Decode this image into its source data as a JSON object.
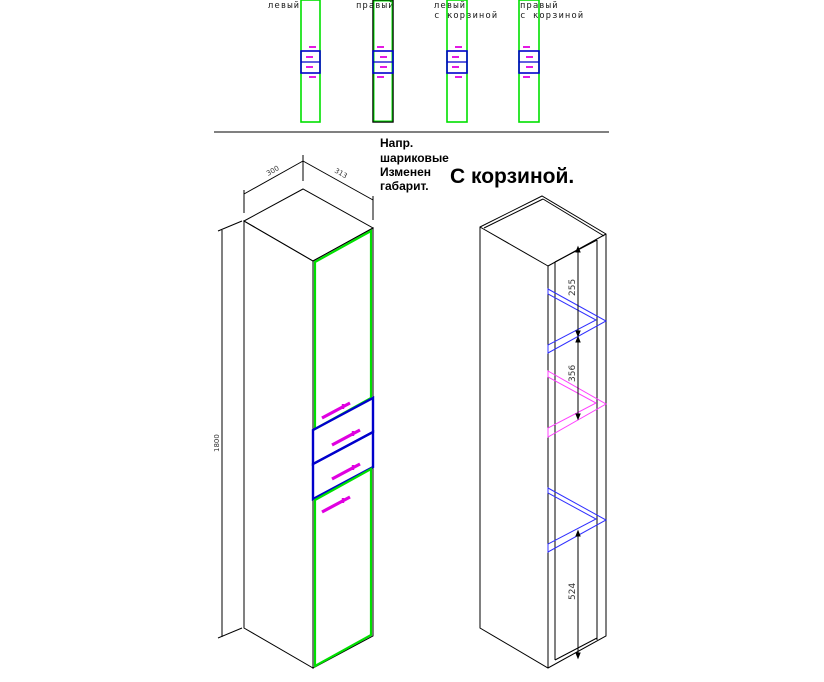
{
  "variants": [
    {
      "label_line1": "левый",
      "label_line2": ""
    },
    {
      "label_line1": "правый",
      "label_line2": ""
    },
    {
      "label_line1": "левый",
      "label_line2": "с корзиной"
    },
    {
      "label_line1": "правый",
      "label_line2": "с корзиной"
    }
  ],
  "notes": [
    "Напр.",
    "шариковые",
    "Изменен",
    "габарит."
  ],
  "heading": "С корзиной.",
  "dimensions": {
    "width": "300",
    "depth": "313",
    "height": "1800",
    "shelf_gap_1": "255",
    "shelf_gap_2": "356",
    "shelf_gap_3": "524"
  },
  "colors": {
    "outline": "#000000",
    "door": "#00e000",
    "drawer": "#0000cc",
    "handle": "#e000e0",
    "shelf_blue": "#3030ff",
    "shelf_magenta": "#ff40ff"
  }
}
